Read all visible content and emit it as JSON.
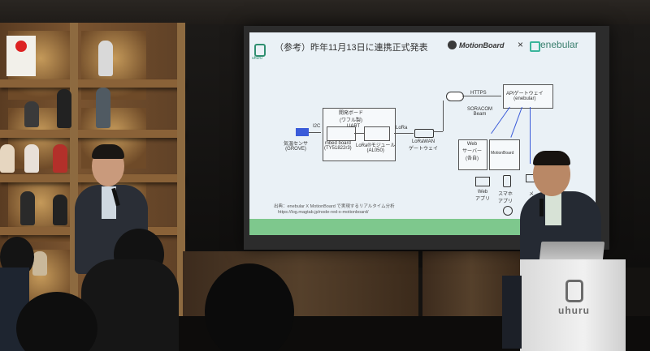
{
  "slide": {
    "title": "（参考）昨年11月13日に連携正式発表",
    "logo_text": "uhuru",
    "brand_motionboard": "MotionBoard",
    "brand_x": "×",
    "brand_enebular": "enebular",
    "diagram": {
      "sensor_label": "気温センサ\n(GROVE)",
      "i2c": "I2C",
      "uart": "UART",
      "devboard_title": "開発ボード\n(ワフル製)",
      "mbed_board": "mbed board\n(TY51822r3)",
      "lora_module": "LoRa®モジュール\n(AL050)",
      "lora": "LoRa",
      "gateway": "LoRaWAN\nゲートウェイ",
      "https": "HTTPS",
      "soracom": "SORACOM\nBeam",
      "api_gateway": "APIゲートウェイ\n(enebular)",
      "web_server": "Web\nサーバー\n(各自)",
      "motionboard_box": "MotionBoard",
      "web_app": "Web\nアプリ",
      "smartphone_app": "スマホ\nアプリ",
      "mail": "メ"
    },
    "footer_source": "出典：enebular X MotionBoard で実現するリアルタイム分析",
    "footer_url": "https://log.magtab.jp/node-red-x-motionboard/"
  },
  "podium": {
    "logo_text": "uhuru"
  },
  "colors": {
    "slide_bg": "#eaf1f6",
    "accent_green": "#7ec88d",
    "enebular_teal": "#3bb59b",
    "uhuru_green": "#2f8f70"
  }
}
